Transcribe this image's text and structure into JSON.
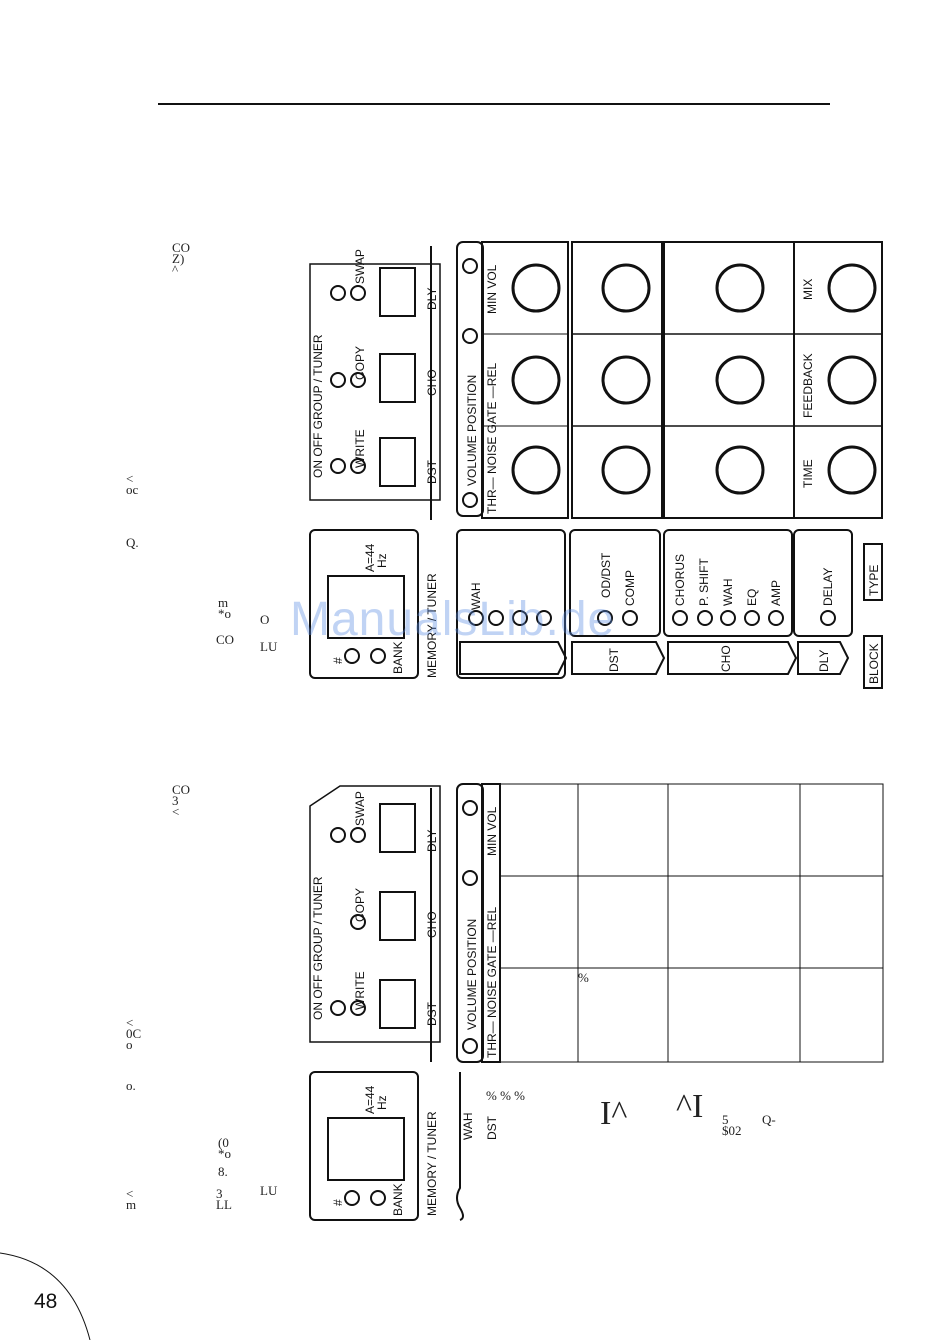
{
  "page_number": "48",
  "watermark": "ManualsLib.de",
  "scraps": {
    "top_co": "CO\nZ)\n^",
    "top_oc": "<\noc",
    "top_q": "Q.",
    "top_mo": "m\n*o",
    "top_o": "O",
    "top_co2": "CO",
    "top_lu": "LU",
    "bot_co": "CO\n3\n<",
    "bot_oc": "<\n0C\no",
    "bot_o": "o.",
    "bot_0": "(0\n*o",
    "bot_8": "8.",
    "bot_m": "<\nm",
    "bot_3": "3\nLL",
    "bot_lu": "LU",
    "pct": "% % %",
    "pct2": "%",
    "i_caret": "I^",
    "caret_i": "^I",
    "s02": "5\n$02",
    "q_dash": "Q-"
  },
  "panel": {
    "group_title": "ON OFF GROUP / TUNER",
    "write": "WRITE",
    "copy": "COPY",
    "swap": "SWAP",
    "dst": "DST",
    "cho": "CHO",
    "dly": "DLY",
    "display_ref": "A=44",
    "hash": "#",
    "hz": "Hz",
    "bank": "BANK",
    "memory_tuner": "MEMORY  /  TUNER",
    "volume_position": "VOLUME POSITION",
    "thr_noise_gate_rel": "THR— NOISE GATE —REL",
    "min_vol": "MIN VOL",
    "wah": "WAH",
    "od_dst": "OD/DST",
    "comp": "COMP",
    "chorus": "CHORUS",
    "p_shift": "P. SHIFT",
    "eq": "EQ",
    "amp": "AMP",
    "delay": "DELAY",
    "time": "TIME",
    "feedback": "FEEDBACK",
    "mix": "MIX",
    "type": "TYPE",
    "block": "BLOCK"
  },
  "colors": {
    "ink": "#111111",
    "watermark": "#5a8ce1"
  }
}
